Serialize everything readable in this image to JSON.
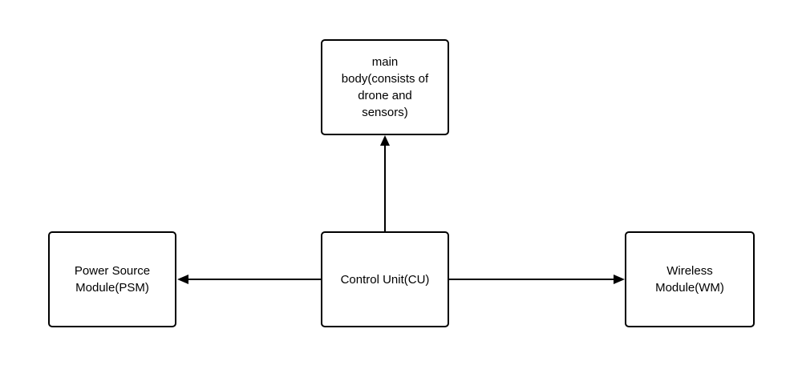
{
  "diagram": {
    "colors": {
      "stroke": "#000000",
      "background": "#ffffff",
      "text": "#000000"
    },
    "nodes": {
      "main_body": {
        "lines": [
          "main",
          "body(consists of",
          "drone and",
          "sensors)"
        ]
      },
      "control_unit": {
        "lines": [
          "Control Unit(CU)"
        ]
      },
      "power_source": {
        "lines": [
          "Power Source",
          "Module(PSM)"
        ]
      },
      "wireless": {
        "lines": [
          "Wireless",
          "Module(WM)"
        ]
      }
    },
    "edges": [
      {
        "from": "control_unit",
        "to": "main_body"
      },
      {
        "from": "control_unit",
        "to": "power_source"
      },
      {
        "from": "control_unit",
        "to": "wireless"
      }
    ]
  }
}
